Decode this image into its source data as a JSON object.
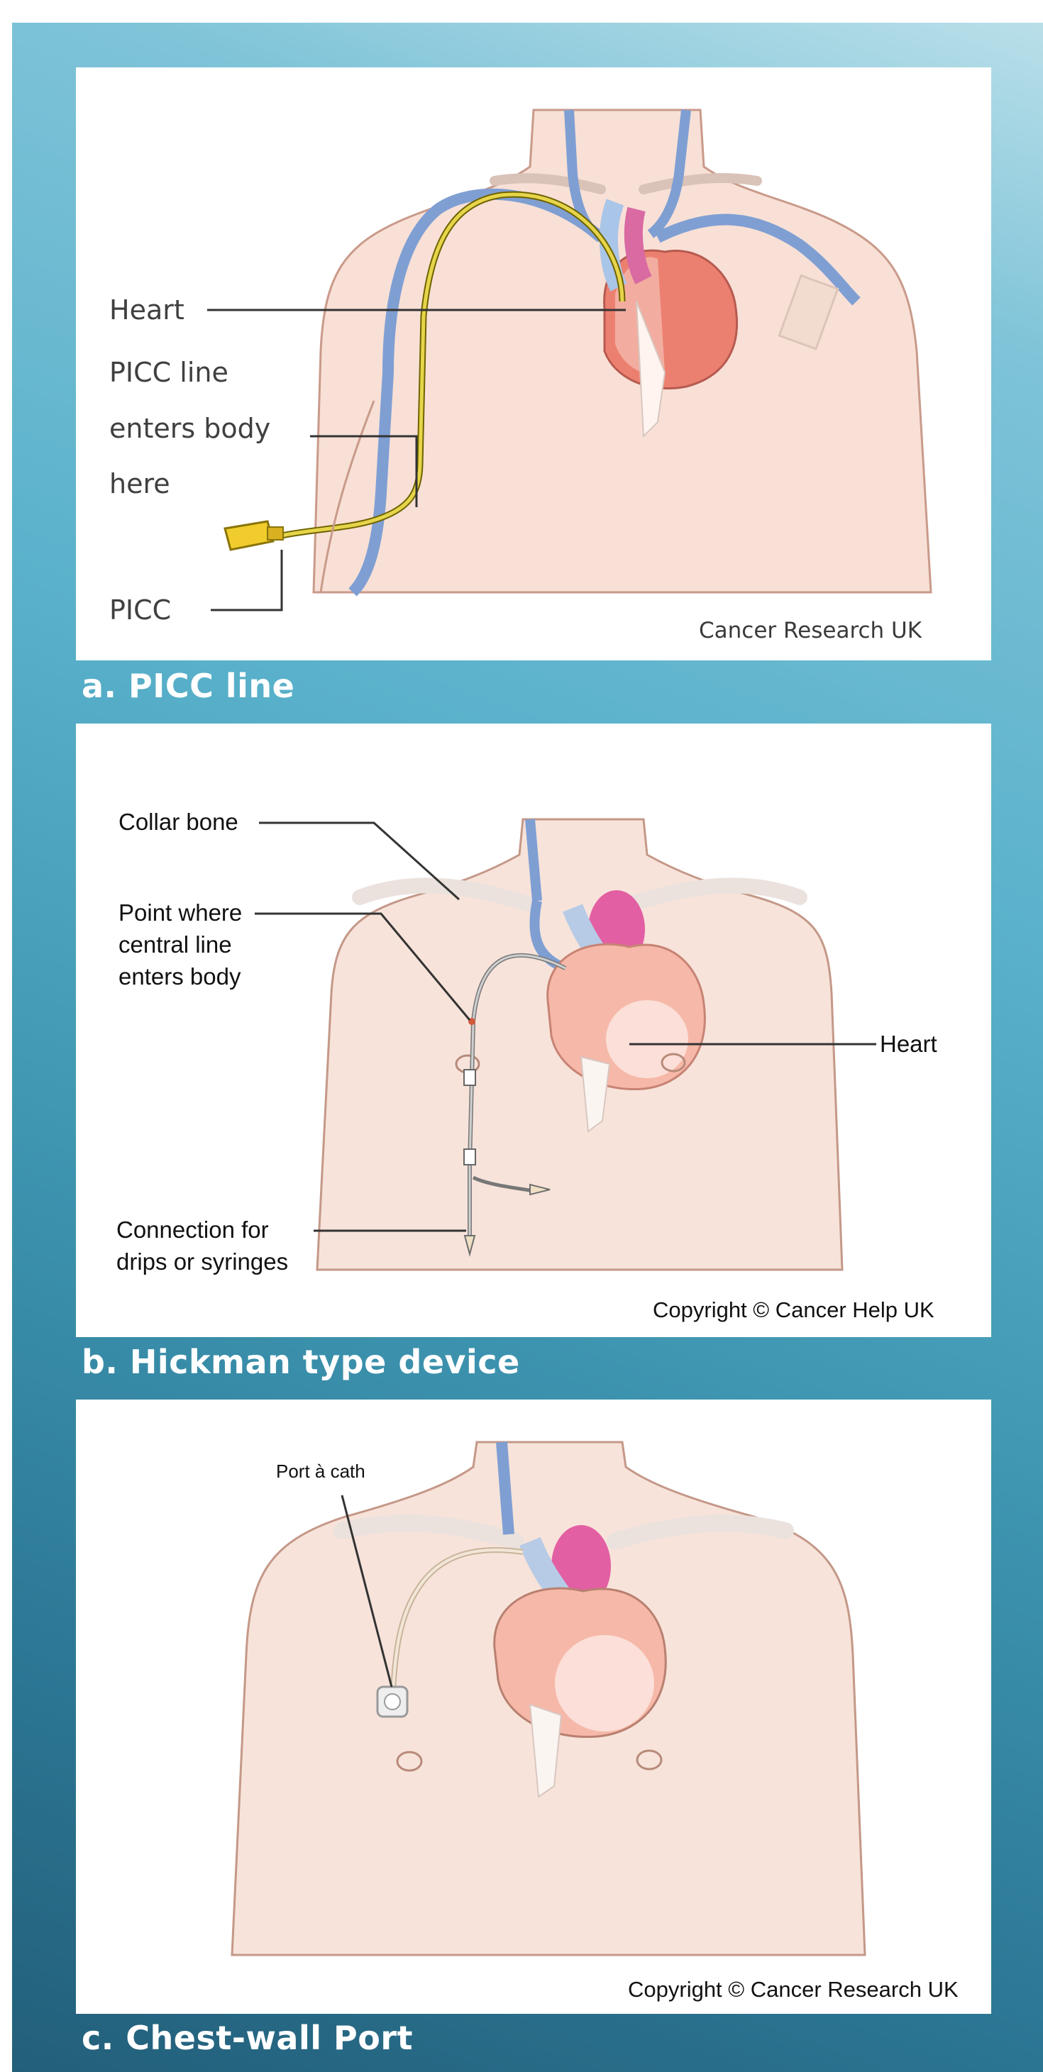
{
  "panels": {
    "a": {
      "caption": "a. PICC line",
      "labels": {
        "heart": "Heart",
        "picc_line_1": "PICC line",
        "picc_line_2": "enters body",
        "picc_line_3": "here",
        "picc": "PICC"
      },
      "credit": "Cancer Research UK"
    },
    "b": {
      "caption": "b. Hickman type device",
      "labels": {
        "collar_bone": "Collar bone",
        "point_1": "Point where",
        "point_2": "central line",
        "point_3": "enters body",
        "heart": "Heart",
        "connection_1": "Connection for",
        "connection_2": "drips or syringes"
      },
      "credit": "Copyright © Cancer Help UK"
    },
    "c": {
      "caption": "c. Chest-wall Port",
      "labels": {
        "port": "Port à cath"
      },
      "credit": "Copyright © Cancer Research UK"
    }
  },
  "colors": {
    "background_top": "#b9dfe9",
    "background_bottom": "#235f7a",
    "skin": "#f8e0d6",
    "heart": "#ec8070",
    "vein_blue": "#7f9fd3",
    "picc_yellow": "#d8c530"
  }
}
